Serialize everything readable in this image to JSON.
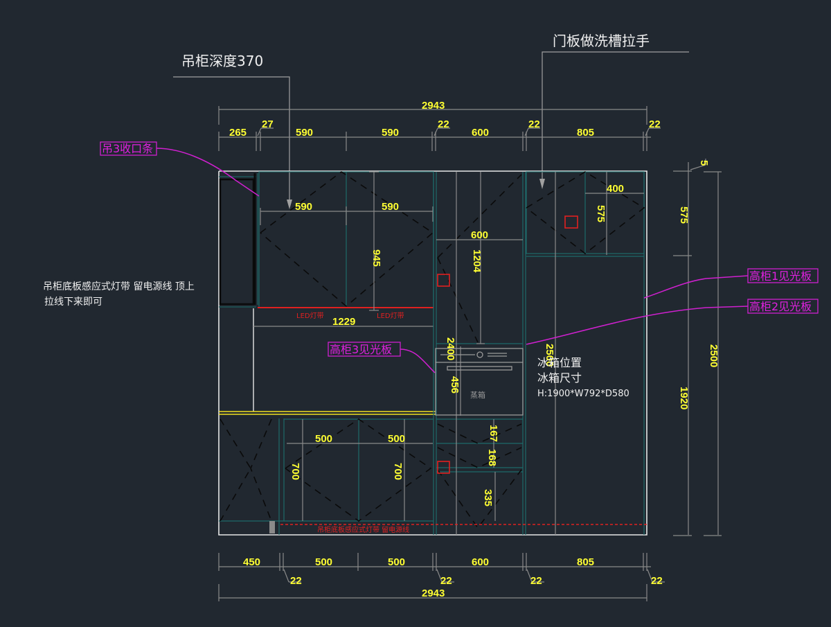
{
  "drawing": {
    "type": "cabinet elevation",
    "annotations": {
      "wall_cabinet_depth": "吊柜深度370",
      "door_handle_note": "门板做洗槽拉手",
      "filler_strip": "吊3收口条",
      "led_note_line1": "吊柜底板感应式灯带 留电源线 顶上",
      "led_note_line2": "拉线下来即可",
      "tall1_panel": "高柜1见光板",
      "tall2_panel": "高柜2见光板",
      "tall3_panel": "高柜3见光板",
      "fridge_position": "冰箱位置",
      "fridge_size_label": "冰箱尺寸",
      "fridge_size": "H:1900*W792*D580",
      "oven_label": "蒸箱",
      "led_strip_1": "LED灯带",
      "led_strip_2": "LED灯带",
      "bottom_led_note": "吊柜底板感应式灯带 留电源线"
    },
    "top_dims": {
      "overall": "2943",
      "segments": [
        "265",
        "27",
        "590",
        "590",
        "22",
        "600",
        "22",
        "805",
        "22"
      ]
    },
    "bottom_dims": {
      "overall": "2943",
      "segments": [
        "450",
        "500",
        "500",
        "600",
        "805"
      ],
      "gaps": [
        "22",
        "22",
        "22",
        "22"
      ]
    },
    "inner_dims": {
      "wall_cab_w1": "590",
      "wall_cab_w2": "590",
      "wall_cab_h": "945",
      "led_span": "1229",
      "tall3_w": "600",
      "tall3_upper_h": "1204",
      "tall3_total": "2400",
      "oven_h": "456",
      "tall1_top_w": "400",
      "tall1_top_h": "575",
      "fridge_h": "2500",
      "base_w1": "500",
      "base_w2": "500",
      "base_h1": "700",
      "base_h2": "700",
      "drawer1": "167",
      "drawer2": "168",
      "drawer3": "335"
    },
    "right_dims": {
      "top_gap": "5",
      "upper": "575",
      "lower": "1920",
      "overall": "2500"
    }
  }
}
